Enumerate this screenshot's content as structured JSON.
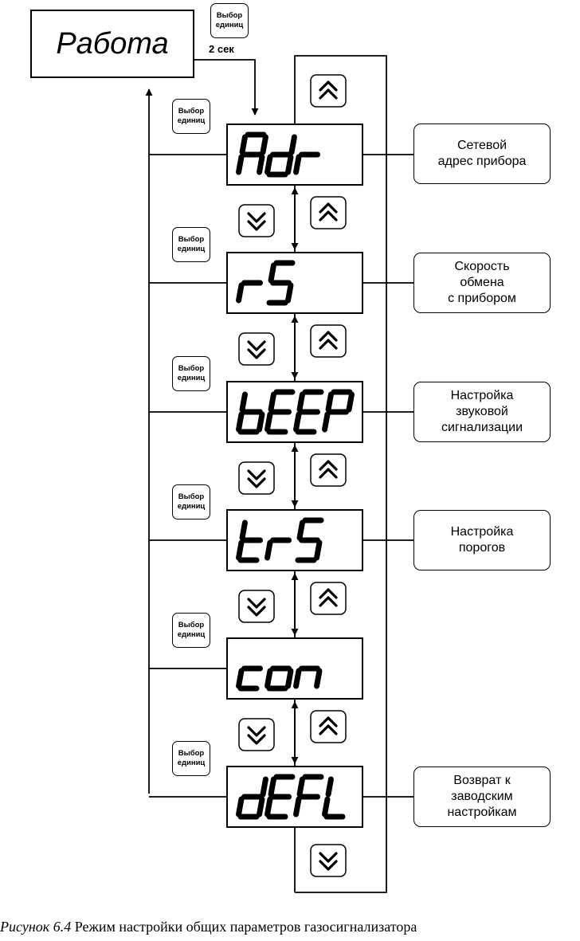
{
  "mode_label": "Работа",
  "hold_key": {
    "line1": "Выбор",
    "line2": "единиц",
    "hold_time": "2 сек"
  },
  "return_key": {
    "line1": "Выбор",
    "line2": "единиц"
  },
  "displays": [
    {
      "code": "Adr",
      "description": "Сетевой\nадрес прибора"
    },
    {
      "code": "rS",
      "description": "Скорость\nобмена\nс прибором"
    },
    {
      "code": "bEEP",
      "description": "Настройка\nзвуковой\nсигнализации"
    },
    {
      "code": "trS",
      "description": "Настройка\nпорогов"
    },
    {
      "code": "con",
      "description": ""
    },
    {
      "code": "dEFL",
      "description": "Возврат к\nзаводским\nнастройкам"
    }
  ],
  "icons": {
    "up": "double-chevron-up-icon",
    "down": "double-chevron-down-icon"
  },
  "caption": {
    "figure": "Рисунок 6.4",
    "text": " Режим настройки общих параметров газосигнализатора"
  }
}
